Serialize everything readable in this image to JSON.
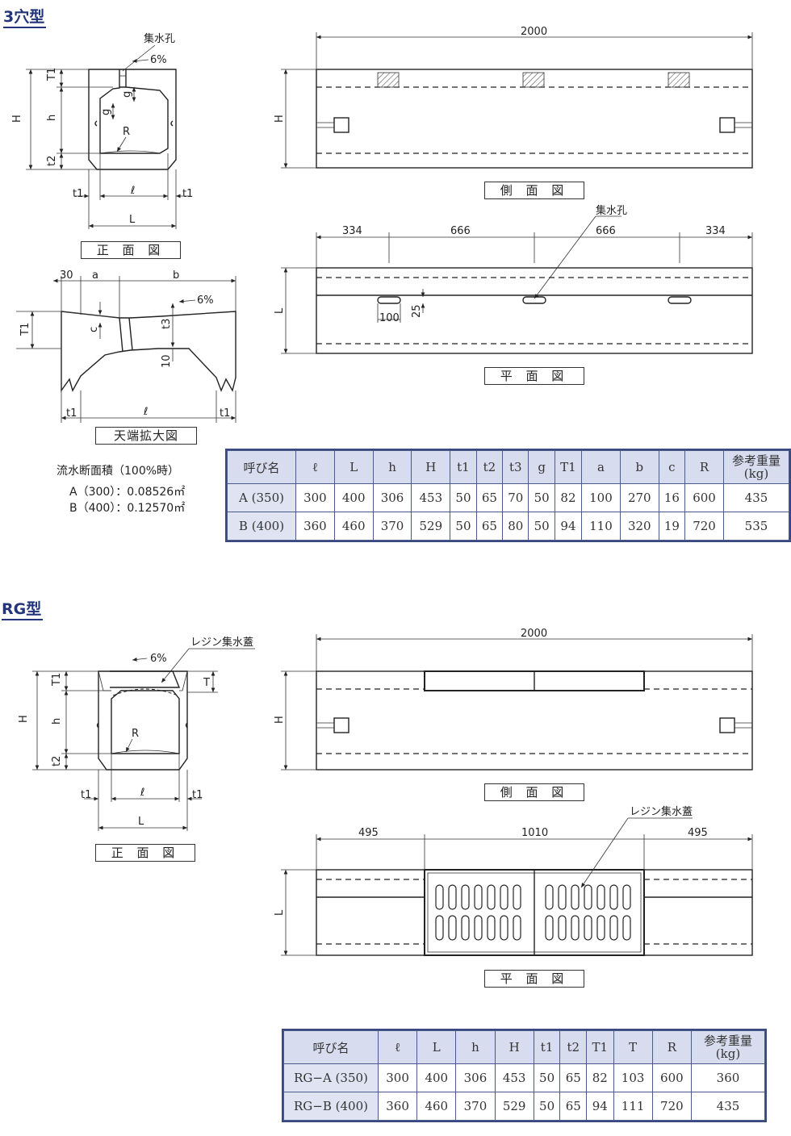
{
  "sections": {
    "sanketsu": {
      "title": "3穴型",
      "front_view_caption": "正 面 図",
      "side_view_caption": "側 面 図",
      "plan_view_caption": "平 面 図",
      "top_detail_caption": "天端拡大図",
      "labels": {
        "drain_hole": "集水孔",
        "slope": "6%",
        "dim_2000": "2000",
        "dim_334": "334",
        "dim_666": "666",
        "dim_100": "100",
        "dim_25": "25",
        "dim_30": "30",
        "dim_10": "10"
      },
      "flow_area": {
        "heading": "流水断面積（100%時）",
        "a_line": "A（300）：0.08526㎡",
        "b_line": "B（400）：0.12570㎡"
      },
      "table": {
        "headers": [
          "呼び名",
          "ℓ",
          "L",
          "h",
          "H",
          "t1",
          "t2",
          "t3",
          "g",
          "T1",
          "a",
          "b",
          "c",
          "R",
          "参考重量\n(kg)"
        ],
        "rows": [
          [
            "A (350)",
            "300",
            "400",
            "306",
            "453",
            "50",
            "65",
            "70",
            "50",
            "82",
            "100",
            "270",
            "16",
            "600",
            "435"
          ],
          [
            "B (400)",
            "360",
            "460",
            "370",
            "529",
            "50",
            "65",
            "80",
            "50",
            "94",
            "110",
            "320",
            "19",
            "720",
            "535"
          ]
        ]
      }
    },
    "rg": {
      "title": "RG型",
      "front_view_caption": "正 面 図",
      "side_view_caption": "側 面 図",
      "plan_view_caption": "平 面 図",
      "labels": {
        "resin_cover": "レジン集水蓋",
        "slope": "6%",
        "dim_2000": "2000",
        "dim_495": "495",
        "dim_1010": "1010"
      },
      "table": {
        "headers": [
          "呼び名",
          "ℓ",
          "L",
          "h",
          "H",
          "t1",
          "t2",
          "T1",
          "T",
          "R",
          "参考重量\n(kg)"
        ],
        "rows": [
          [
            "RG−A (350)",
            "300",
            "400",
            "306",
            "453",
            "50",
            "65",
            "82",
            "103",
            "600",
            "360"
          ],
          [
            "RG−B (400)",
            "360",
            "460",
            "370",
            "529",
            "50",
            "65",
            "94",
            "111",
            "720",
            "435"
          ]
        ]
      }
    }
  },
  "symbols": {
    "H": "H",
    "h": "h",
    "T1": "T1",
    "t1": "t1",
    "t2": "t2",
    "t3": "t3",
    "g": "g",
    "R": "R",
    "L": "L",
    "ell": "ℓ",
    "a": "a",
    "b": "b",
    "c": "c",
    "T": "T"
  },
  "colors": {
    "title": "#23357a",
    "table_header": "#d8dcef",
    "table_border": "#3a4a80"
  }
}
